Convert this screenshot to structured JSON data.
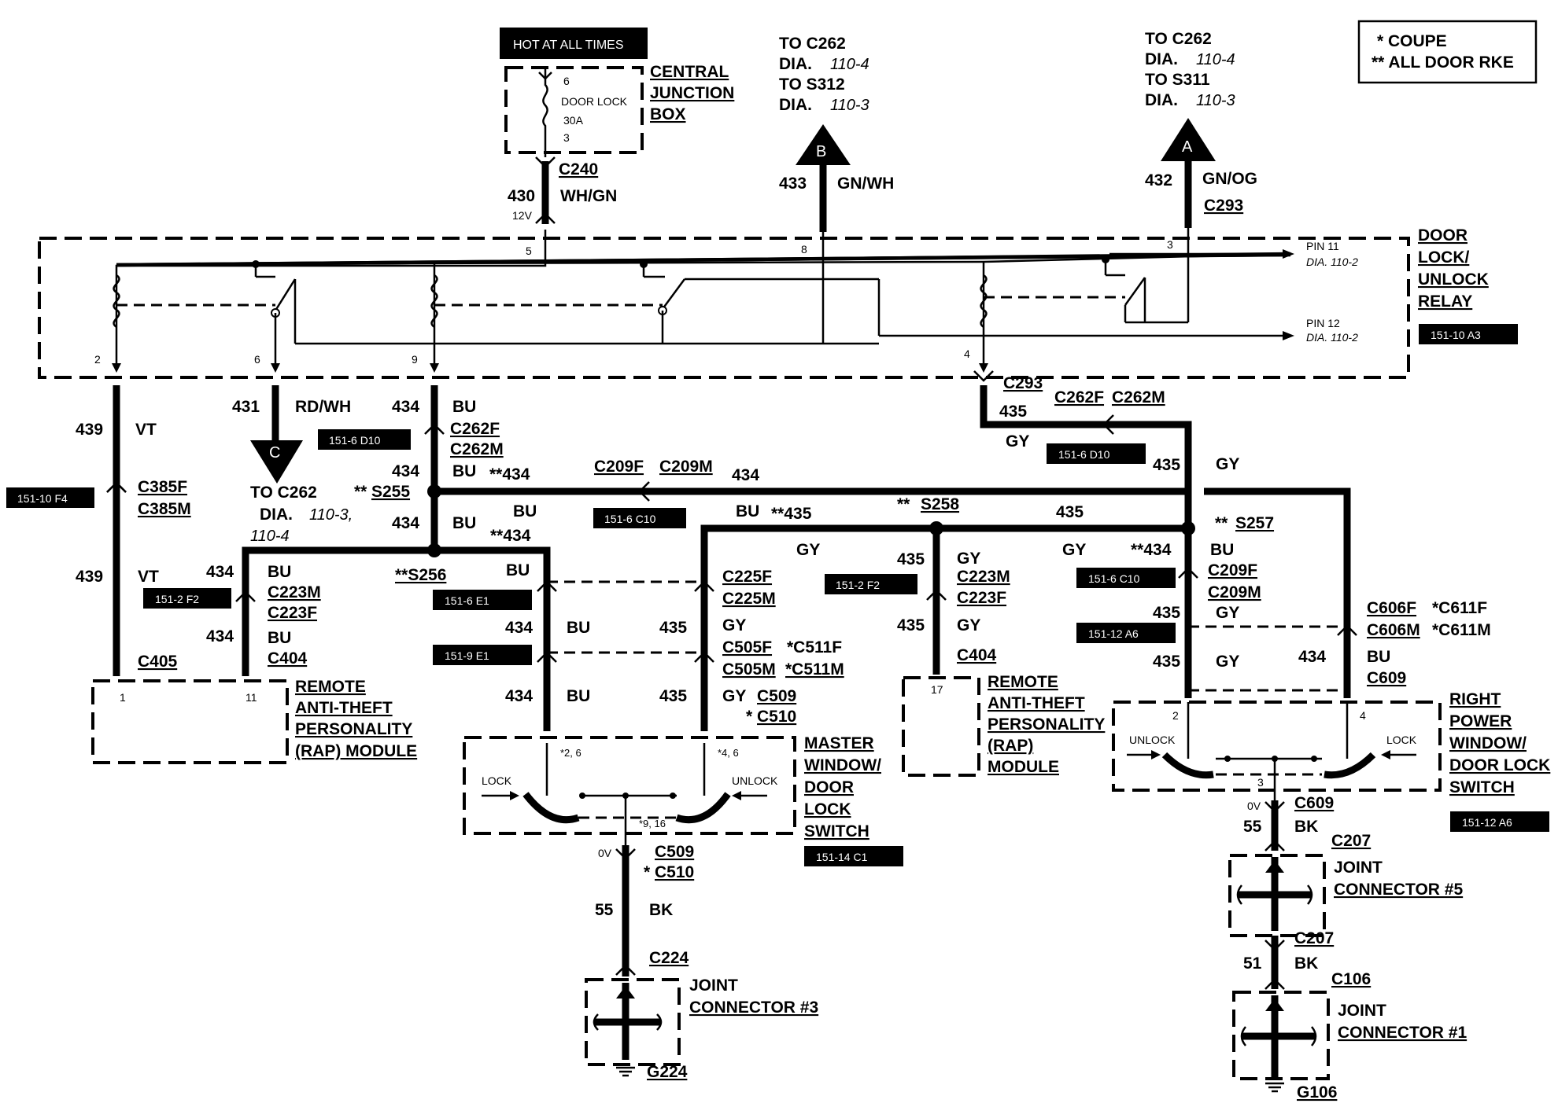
{
  "legend": {
    "coupe": "*  COUPE",
    "all_door": "**  ALL DOOR RKE"
  },
  "cjb": {
    "hot": "HOT AT ALL TIMES",
    "title": [
      "CENTRAL",
      "JUNCTION",
      "BOX"
    ],
    "fuse_pin_top": "6",
    "fuse_name": "DOOR LOCK",
    "fuse_rating": "30A",
    "fuse_pin_bottom": "3"
  },
  "to_b": {
    "lines": [
      "TO C262",
      "DIA.",
      "110-4",
      "TO S312",
      "DIA.",
      "110-3"
    ],
    "letter": "B",
    "circuit": "433",
    "color": "GN/WH"
  },
  "to_a": {
    "lines": [
      "TO C262",
      "DIA.",
      "110-4",
      "TO S311",
      "DIA.",
      "110-3"
    ],
    "letter": "A",
    "circuit": "432",
    "color": "GN/OG",
    "conn": "C293"
  },
  "to_c": {
    "letter": "C",
    "lines": [
      "TO C262",
      "DIA.",
      "110-3,",
      "110-4"
    ],
    "circuit": "431",
    "color": "RD/WH"
  },
  "relay": {
    "title": [
      "DOOR",
      "LOCK/",
      "UNLOCK",
      "RELAY"
    ],
    "ref": "151-10 A3",
    "pins": {
      "p5": "5",
      "p8": "8",
      "p3": "3",
      "p2": "2",
      "p6": "6",
      "p9": "9",
      "p4": "4"
    },
    "pin11": "PIN 11",
    "pin11dia": "DIA. 110-2",
    "pin12": "PIN 12",
    "pin12dia": "DIA. 110-2"
  },
  "feed": {
    "conn": "C240",
    "circuit": "430",
    "color": "WH/GN",
    "volt": "12V"
  },
  "left": {
    "c439": "439",
    "vt": "VT",
    "c385f": "C385F",
    "c385m": "C385M",
    "ref1": "151-10 F4",
    "c439b": "439",
    "vt2": "VT",
    "ref2": "151-2 F2",
    "c405": "C405"
  },
  "bu_branch": {
    "c434": "434",
    "bu": "BU",
    "c223m": "C223M",
    "c223f": "C223F",
    "c434b": "434",
    "bu2": "BU",
    "c404": "C404"
  },
  "rap1": {
    "title": [
      "REMOTE",
      "ANTI-THEFT",
      "PERSONALITY",
      "(RAP) MODULE"
    ],
    "pin1": "1",
    "pin11": "11"
  },
  "center": {
    "c434a": "434",
    "bu_a": "BU",
    "c262f": "C262F",
    "c262m": "C262M",
    "ref_d10": "151-6 D10",
    "c434b": "434",
    "bu_b": "BU",
    "dbl434": "**434",
    "s255": "S255",
    "s255pre": "**",
    "c434c": "434",
    "bu_c": "BU",
    "s256": "**S256",
    "bu_d": "BU",
    "dbl434b": "**434",
    "bu_e": "BU",
    "ref_e1": "151-6 E1",
    "c434d": "434",
    "bu_f": "BU",
    "ref_9e1": "151-9 E1",
    "c434e": "434",
    "bu_g": "BU",
    "c209f": "C209F",
    "c209m": "C209M",
    "c434top": "434",
    "ref_c10": "151-6 C10"
  },
  "middle": {
    "bu": "BU",
    "dbl435": "**435",
    "gy": "GY",
    "s258": "S258",
    "s258pre": "**",
    "c435": "435",
    "c225f": "C225F",
    "c225m": "C225M",
    "c435a": "435",
    "gy_a": "GY",
    "c505f": "C505F",
    "c511f": "*C511F",
    "c505m": "C505M",
    "c511m": "*C511M",
    "c435b": "435",
    "gy_b": "GY",
    "c509": "C509",
    "c510": "C510",
    "star": "*"
  },
  "master": {
    "title": [
      "MASTER",
      "WINDOW/",
      "DOOR",
      "LOCK",
      "SWITCH"
    ],
    "ref": "151-14 C1",
    "lock": "LOCK",
    "unlock": "UNLOCK",
    "p26": "*2, 6",
    "p46": "*4, 6",
    "p916": "*9, 16",
    "ov": "0V",
    "c509": "C509",
    "c510": "C510",
    "star": "*",
    "c55": "55",
    "bk": "BK",
    "c224": "C224"
  },
  "jc3": {
    "title": [
      "JOINT",
      "CONNECTOR #3"
    ],
    "ground": "G224"
  },
  "rap2": {
    "c435": "435",
    "gy": "GY",
    "c223m": "C223M",
    "c223f": "C223F",
    "ref": "151-2 F2",
    "c435b": "435",
    "gy_b": "GY",
    "c404": "C404",
    "pin": "17",
    "title": [
      "REMOTE",
      "ANTI-THEFT",
      "PERSONALITY",
      "(RAP)",
      "MODULE"
    ]
  },
  "right": {
    "c293": "C293",
    "c435": "435",
    "c262f": "C262F",
    "c262m": "C262M",
    "gy": "GY",
    "ref_d10": "151-6 D10",
    "c435b": "435",
    "gy_b": "GY",
    "s257": "S257",
    "s257pre": "**",
    "gy_c": "GY",
    "dbl434": "**434",
    "bu": "BU",
    "c209f": "C209F",
    "c209m": "C209M",
    "ref_c10": "151-6 C10",
    "c435c": "435",
    "gy_d": "GY",
    "ref_a6": "151-12 A6",
    "c606f": "C606F",
    "c611f": "*C611F",
    "c606m": "C606M",
    "c611m": "*C611M",
    "c435d": "435",
    "gy_e": "GY",
    "c434": "434",
    "bu_b": "BU",
    "c609": "C609"
  },
  "rightsw": {
    "title": [
      "RIGHT",
      "POWER",
      "WINDOW/",
      "DOOR LOCK",
      "SWITCH"
    ],
    "ref": "151-12 A6",
    "unlock": "UNLOCK",
    "lock": "LOCK",
    "p2": "2",
    "p4": "4",
    "p3": "3",
    "ov": "0V",
    "c609": "C609",
    "c55": "55",
    "bk": "BK",
    "c207": "C207"
  },
  "jc5": {
    "title": [
      "JOINT",
      "CONNECTOR #5"
    ],
    "c207": "C207",
    "c51": "51",
    "bk": "BK",
    "c106": "C106"
  },
  "jc1": {
    "title": [
      "JOINT",
      "CONNECTOR #1"
    ],
    "ground": "G106"
  }
}
